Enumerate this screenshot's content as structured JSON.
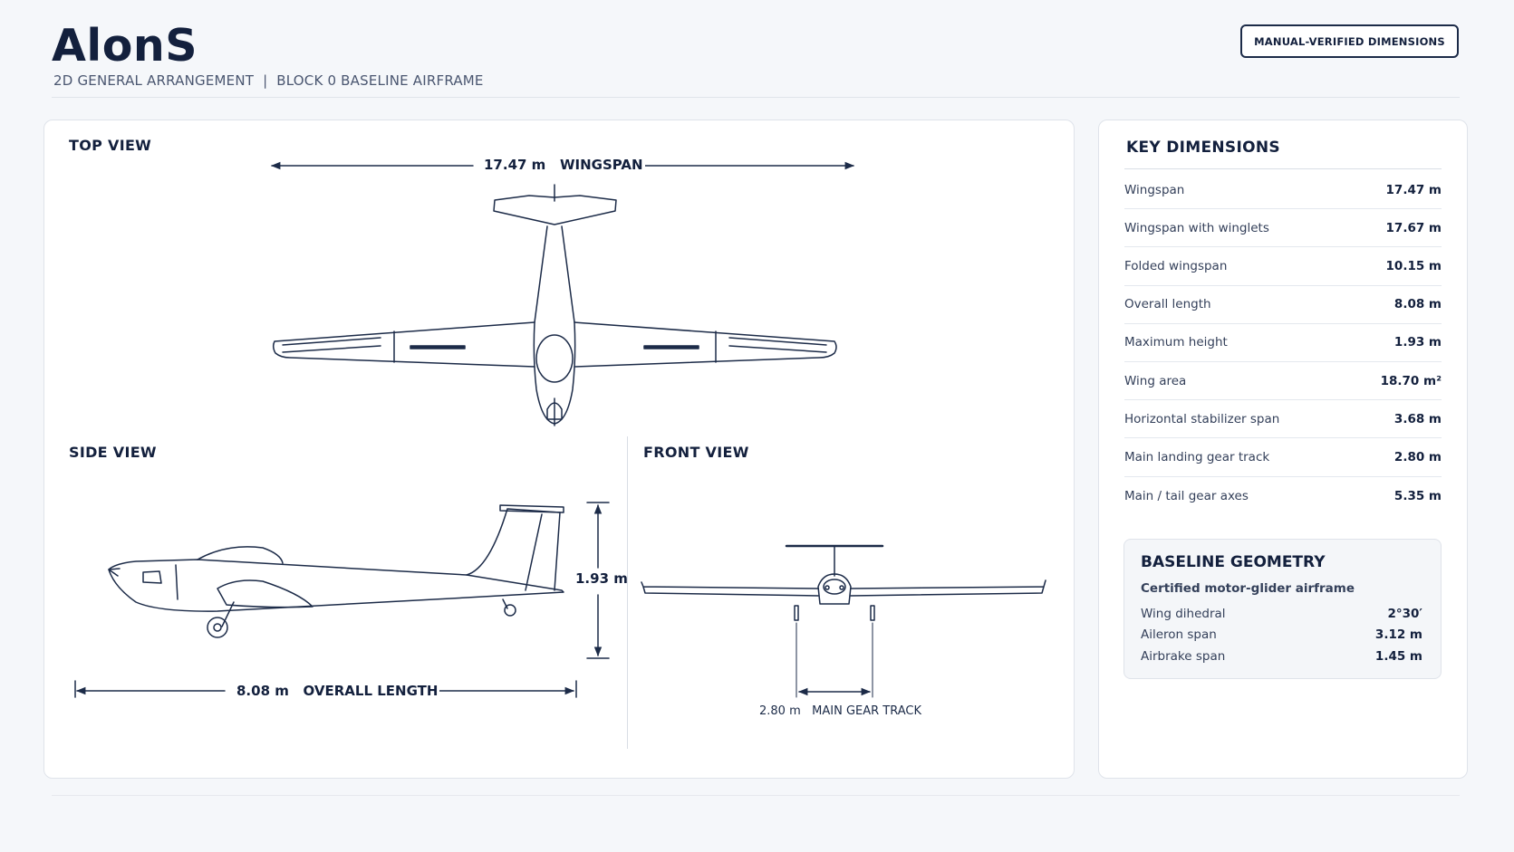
{
  "header": {
    "title": "AlonS",
    "subtitle": "2D GENERAL ARRANGEMENT  |  BLOCK 0 BASELINE AIRFRAME",
    "badge": "MANUAL-VERIFIED DIMENSIONS"
  },
  "views": {
    "top": {
      "label": "TOP VIEW",
      "dimension": "17.47 m   WINGSPAN"
    },
    "side": {
      "label": "SIDE VIEW",
      "height_dimension": "1.93 m",
      "length_dimension": "8.08 m   OVERALL LENGTH"
    },
    "front": {
      "label": "FRONT VIEW",
      "gear_track_dimension": "2.80 m   MAIN GEAR TRACK"
    }
  },
  "key_dimensions": {
    "title": "KEY DIMENSIONS",
    "rows": [
      {
        "label": "Wingspan",
        "value": "17.47 m"
      },
      {
        "label": "Wingspan with winglets",
        "value": "17.67 m"
      },
      {
        "label": "Folded wingspan",
        "value": "10.15 m"
      },
      {
        "label": "Overall length",
        "value": "8.08 m"
      },
      {
        "label": "Maximum height",
        "value": "1.93 m"
      },
      {
        "label": "Wing area",
        "value": "18.70 m²"
      },
      {
        "label": "Horizontal stabilizer span",
        "value": "3.68 m"
      },
      {
        "label": "Main landing gear track",
        "value": "2.80 m"
      },
      {
        "label": "Main / tail gear axes",
        "value": "5.35 m"
      }
    ]
  },
  "baseline_geometry": {
    "title": "BASELINE GEOMETRY",
    "subtitle": "Certified motor-glider airframe",
    "rows": [
      {
        "label": "Wing dihedral",
        "value": "2°30′"
      },
      {
        "label": "Aileron span",
        "value": "3.12 m"
      },
      {
        "label": "Airbrake span",
        "value": "1.45 m"
      }
    ]
  },
  "colors": {
    "ink": "#1c2b48",
    "background": "#f5f7fa",
    "panel": "#ffffff"
  }
}
